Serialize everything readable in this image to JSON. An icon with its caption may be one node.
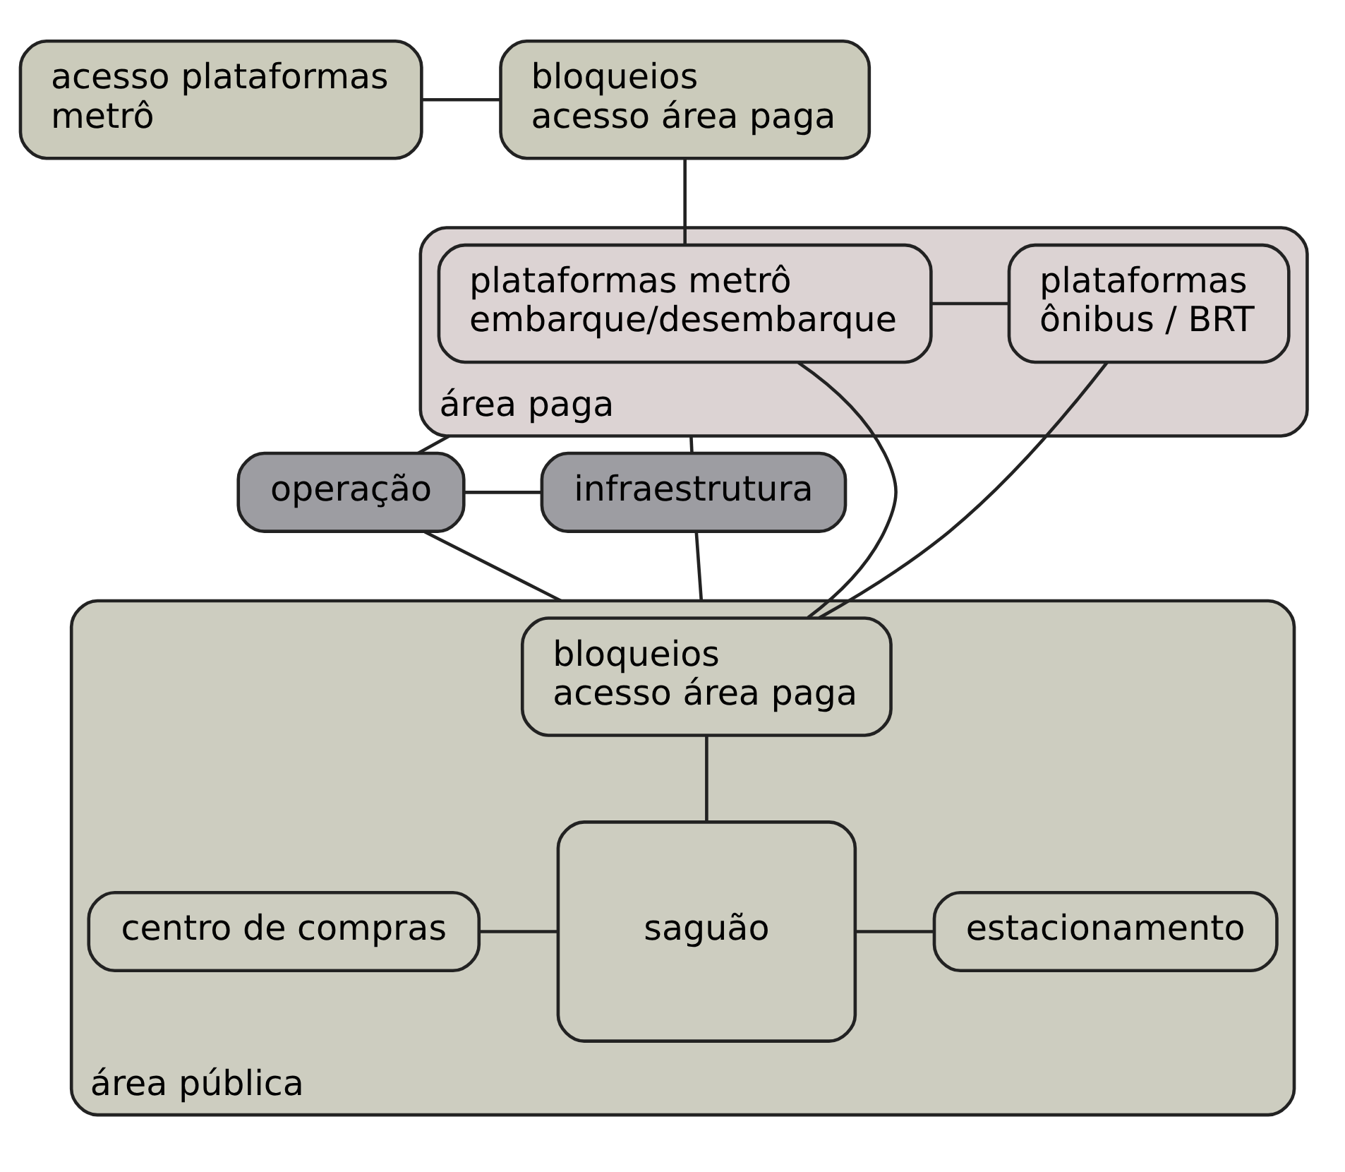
{
  "diagram": {
    "nodes": [
      {
        "text": [
          "acesso plataformas metrô"
        ]
      },
      {
        "text": [
          "bloqueios acesso área paga"
        ]
      },
      {
        "text": [
          "área paga"
        ]
      },
      {
        "text": [
          "plataformas metrô embarque/desembarque"
        ],
        "in": 2
      },
      {
        "text": [
          "plataformas ônibus / BRT"
        ],
        "in": 2
      },
      {
        "text": [
          "operação"
        ]
      },
      {
        "text": [
          "infraestrutura"
        ]
      },
      {
        "text": [
          "área pública"
        ]
      },
      {
        "text": [
          "bloqueios acesso área paga"
        ],
        "in": 7
      },
      {
        "text": [
          "centro de compras"
        ],
        "in": 7
      },
      {
        "text": [
          "saguão"
        ],
        "in": 7
      },
      {
        "text": [
          "estacionamento"
        ],
        "in": 7
      }
    ],
    "edges": [
      {
        "from": 0,
        "to": 1,
        "arrow": "none"
      },
      {
        "from": 1,
        "to": 3,
        "arrow": "none"
      },
      {
        "from": 3,
        "to": 4,
        "arrow": "none"
      },
      {
        "from": 3,
        "to": 8,
        "arrow": "none"
      },
      {
        "from": 4,
        "to": 8,
        "arrow": "none"
      },
      {
        "from": 2,
        "to": 5,
        "arrow": "none"
      },
      {
        "from": 2,
        "to": 6,
        "arrow": "none"
      },
      {
        "from": 5,
        "to": 6,
        "arrow": "none"
      },
      {
        "from": 5,
        "to": 7,
        "arrow": "none"
      },
      {
        "from": 6,
        "to": 7,
        "arrow": "none"
      },
      {
        "from": 8,
        "to": 10,
        "arrow": "none"
      },
      {
        "from": 9,
        "to": 10,
        "arrow": "none"
      },
      {
        "from": 10,
        "to": 11,
        "arrow": "none"
      }
    ]
  }
}
